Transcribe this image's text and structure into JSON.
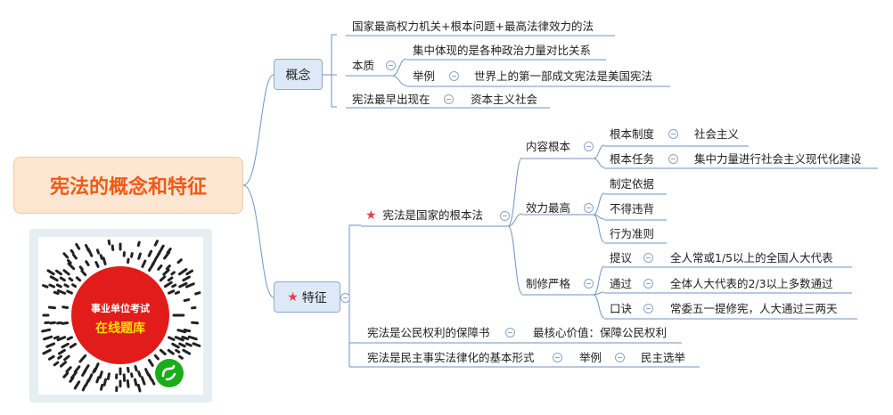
{
  "root": {
    "title": "宪法的概念和特征"
  },
  "concept": {
    "label": "概念",
    "item1": "国家最高权力机关+根本问题+最高法律效力的法",
    "essence": "本质",
    "essence_sub1": "集中体现的是各种政治力量对比关系",
    "example": "举例",
    "example_text": "世界上的第一部成文宪法是美国宪法",
    "earliest": "宪法最早出现在",
    "earliest_text": "资本主义社会"
  },
  "feature": {
    "label": "特征",
    "star": "★",
    "fundamental": "宪法是国家的根本法",
    "content": "内容根本",
    "basic_system": "根本制度",
    "basic_system_val": "社会主义",
    "basic_task": "根本任务",
    "basic_task_val": "集中力量进行社会主义现代化建设",
    "effect": "效力最高",
    "effect_items": [
      "制定依据",
      "不得违背",
      "行为准则"
    ],
    "strict": "制修严格",
    "propose": "提议",
    "propose_val": "全人常或1/5以上的全国人大代表",
    "pass": "通过",
    "pass_val": "全体人大代表的2/3以上多数通过",
    "mnemonic": "口诀",
    "mnemonic_val": "常委五一提修宪，人大通过三两天",
    "rights": "宪法是公民权利的保障书",
    "rights_val": "最核心价值：保障公民权利",
    "democracy": "宪法是民主事实法律化的基本形式",
    "democracy_example": "举例",
    "democracy_val": "民主选举"
  },
  "qr": {
    "line1": "事业单位考试",
    "line2": "在线题库"
  }
}
